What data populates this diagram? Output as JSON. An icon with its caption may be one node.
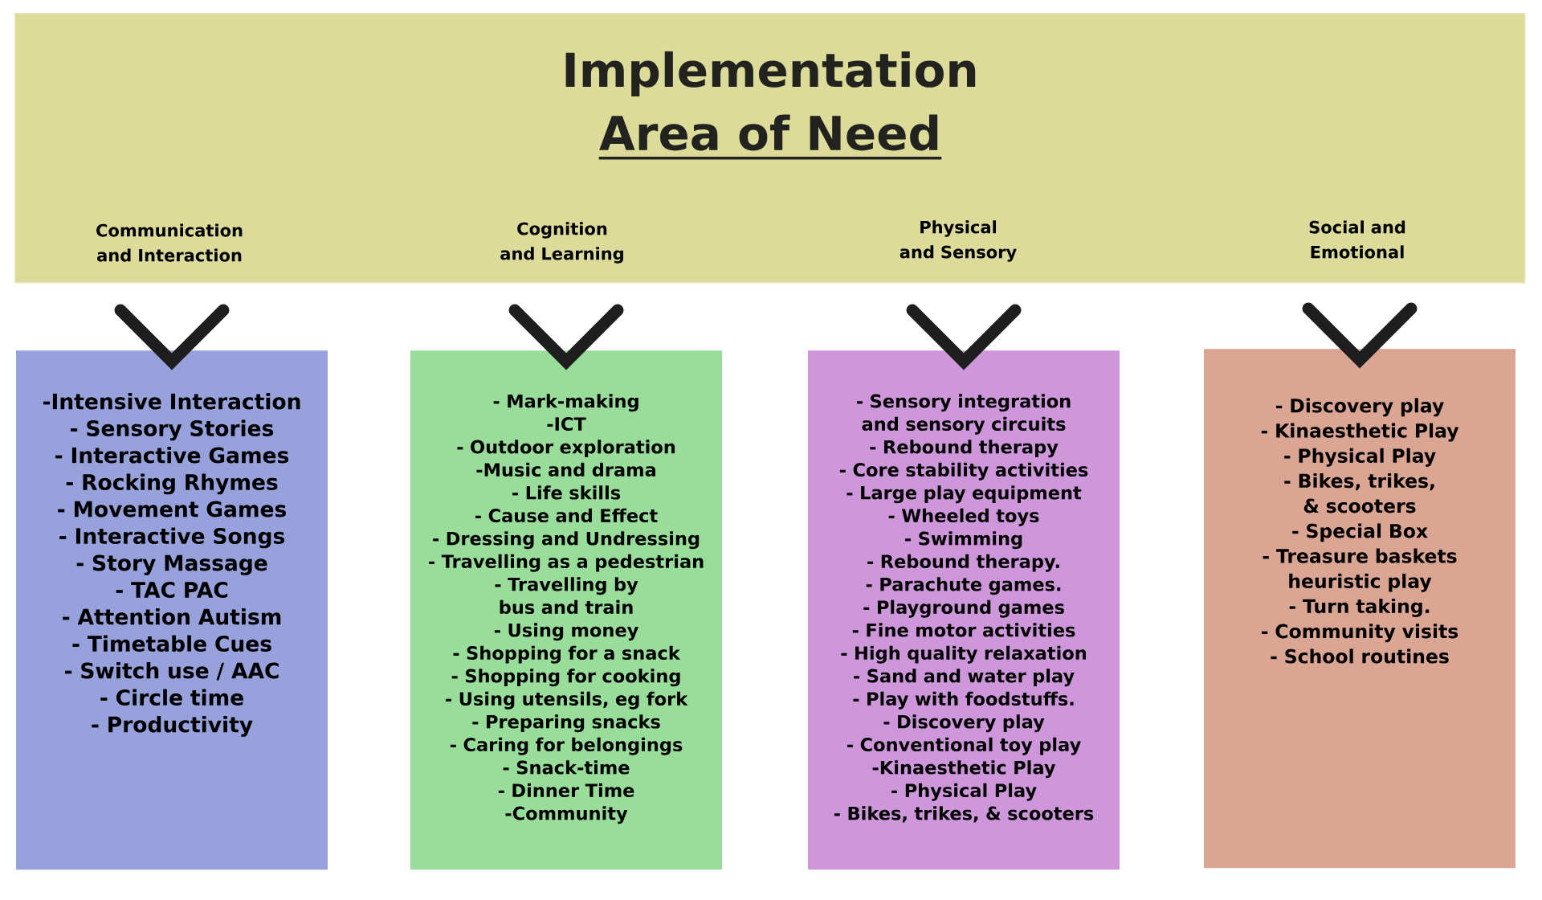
{
  "diagram": {
    "nodes": [
      {
        "text": [
          "Implementation",
          "Area of Need"
        ]
      },
      {
        "text": [
          "Communication and Interaction"
        ],
        "in": 0
      },
      {
        "text": [
          "Cognition and Learning"
        ],
        "in": 0
      },
      {
        "text": [
          "Physical and Sensory"
        ],
        "in": 0
      },
      {
        "text": [
          "Social and Emotional"
        ],
        "in": 0
      },
      {
        "text": [
          "-Intensive Interaction",
          "- Sensory Stories",
          "- Interactive Games",
          "- Rocking Rhymes",
          "- Movement Games",
          "- Interactive Songs",
          "- Story Massage",
          "- TAC PAC",
          "- Attention Autism",
          "- Timetable Cues",
          "- Switch use / AAC",
          "- Circle time",
          "- Productivity"
        ]
      },
      {
        "text": [
          "- Mark-making",
          "-ICT",
          "- Outdoor exploration",
          "-Music and drama",
          "- Life skills",
          "- Cause and Effect",
          "- Dressing and Undressing",
          "- Travelling as a pedestrian",
          "- Travelling by bus and train",
          "- Using money",
          "- Shopping for a snack",
          "- Shopping for cooking",
          "- Using utensils, eg fork",
          "- Preparing snacks",
          "- Caring for belongings",
          "- Snack-time",
          "- Dinner Time",
          "-Community"
        ]
      },
      {
        "text": [
          "- Sensory integration and sensory circuits",
          "- Rebound therapy",
          "- Core stability activities",
          "- Large play equipment",
          "- Wheeled toys",
          "- Swimming",
          "- Rebound therapy.",
          "- Parachute games.",
          "- Playground games",
          "- Fine motor activities",
          "- High quality relaxation",
          "- Sand and water play",
          "- Play with foodstuffs.",
          "- Discovery play",
          "- Conventional toy play",
          "-Kinaesthetic Play",
          "- Physical Play",
          "- Bikes, trikes, & scooters"
        ]
      },
      {
        "text": [
          "- Discovery play",
          "- Kinaesthetic Play",
          "- Physical Play",
          "- Bikes, trikes, & scooters",
          "- Special Box",
          "- Treasure baskets heuristic play",
          "- Turn taking.",
          "- Community visits",
          "- School routines"
        ]
      }
    ],
    "edges": [
      {
        "from": 1,
        "to": 5,
        "arrow": "to"
      },
      {
        "from": 2,
        "to": 6,
        "arrow": "to"
      },
      {
        "from": 3,
        "to": 7,
        "arrow": "to"
      },
      {
        "from": 4,
        "to": 8,
        "arrow": "to"
      }
    ]
  }
}
